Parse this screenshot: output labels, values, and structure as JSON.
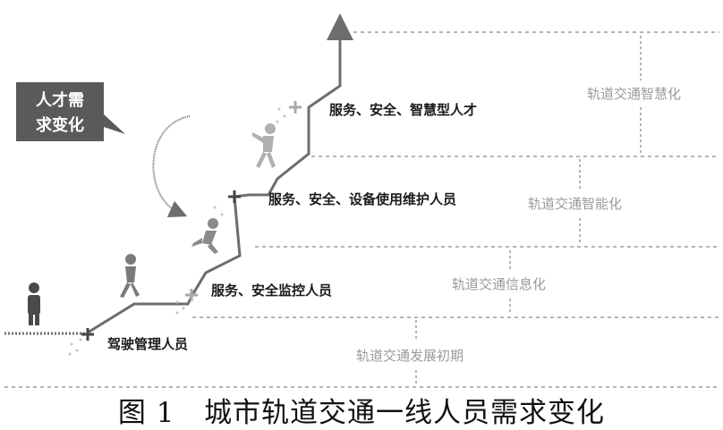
{
  "stages": [
    {
      "id": "initial",
      "label": "轨道交通发展初期"
    },
    {
      "id": "info",
      "label": "轨道交通信息化"
    },
    {
      "id": "intel",
      "label": "轨道交通智能化"
    },
    {
      "id": "smart",
      "label": "轨道交通智慧化"
    }
  ],
  "roles": [
    {
      "id": "r1",
      "label": "驾驶管理人员"
    },
    {
      "id": "r2",
      "label": "服务、安全监控人员"
    },
    {
      "id": "r3",
      "label": "服务、安全、设备使用维护人员"
    },
    {
      "id": "r4",
      "label": "服务、安全、智慧型人才"
    }
  ],
  "callout": {
    "line1": "人才需",
    "line2": "求变化"
  },
  "caption": {
    "figure": "图 1",
    "title": "城市轨道交通一线人员需求变化"
  },
  "colors": {
    "line": "#6d6d6d",
    "dotted": "#b5b5b5",
    "box": "#5a5a5a",
    "stage_text": "#9a9a9a"
  }
}
